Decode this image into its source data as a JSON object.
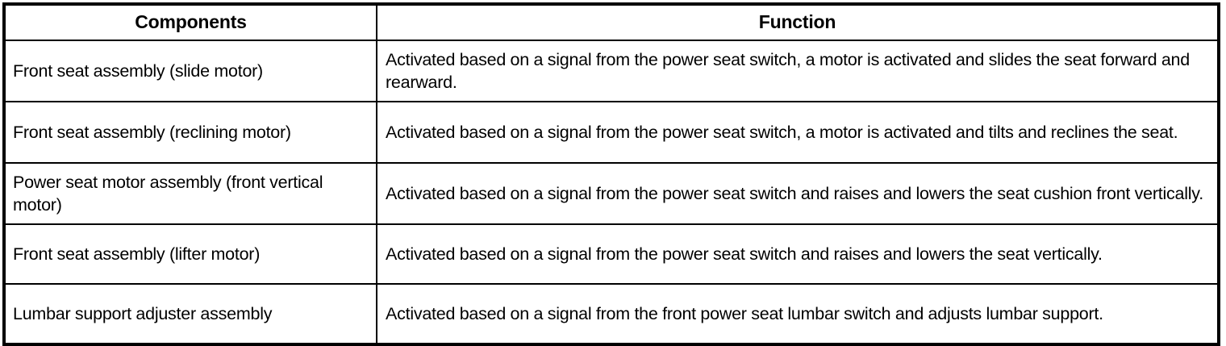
{
  "table": {
    "headers": {
      "components": "Components",
      "function": "Function"
    },
    "rows": [
      {
        "component": "Front seat assembly (slide motor)",
        "function": "Activated based on a signal from the power seat switch, a motor is activated and slides the seat forward and rearward."
      },
      {
        "component": "Front seat assembly (reclining motor)",
        "function": "Activated based on a signal from the power seat switch, a motor is activated and tilts and reclines the seat."
      },
      {
        "component": "Power seat motor assembly (front vertical motor)",
        "function": "Activated based on a signal from the power seat switch and raises and lowers the seat cushion front vertically."
      },
      {
        "component": "Front seat assembly (lifter motor)",
        "function": "Activated based on a signal from the power seat switch and raises and lowers the seat vertically."
      },
      {
        "component": "Lumbar support adjuster assembly",
        "function": "Activated based on a signal from the front power seat lumbar switch and adjusts lumbar support."
      }
    ]
  },
  "colors": {
    "border": "#000000",
    "text": "#000000",
    "background": "#ffffff"
  }
}
